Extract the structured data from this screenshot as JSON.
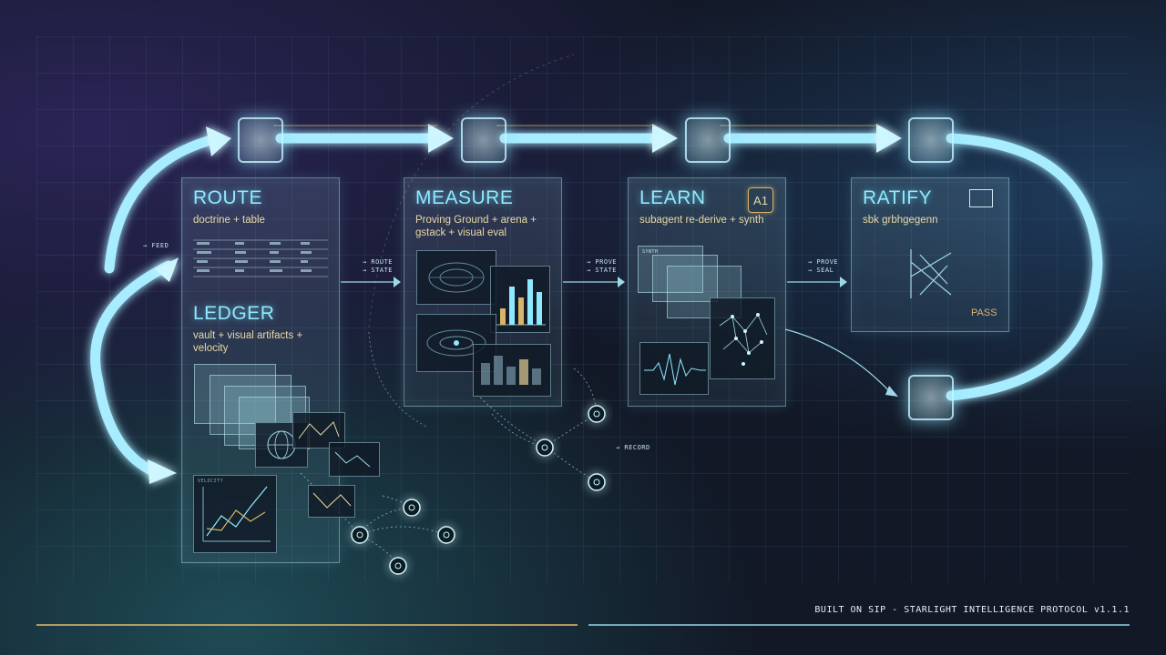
{
  "stages": [
    {
      "title": "ROUTE",
      "subtitle": "doctrine + table"
    },
    {
      "title": "MEASURE",
      "subtitle": "Proving Ground + arena + gstack + visual eval"
    },
    {
      "title": "LEARN",
      "subtitle": "subagent re-derive + synth"
    },
    {
      "title": "RATIFY",
      "subtitle": "sbk grbhgegenn"
    }
  ],
  "ledger": {
    "title": "LEDGER",
    "subtitle": "vault + visual artifacts + velocity"
  },
  "flow_labels": {
    "feed": "→ FEED",
    "route_out": "→ ROUTE\n→ STATE",
    "measure_out": "→ PROVE\n→ STATE",
    "learn_out": "→ PROVE\n→ SEAL",
    "record": "→ RECORD"
  },
  "badges": {
    "learn": "A1",
    "ratify_result": "PASS"
  },
  "chart_labels": {
    "ledger_chart": "VELOCITY",
    "learn_doc": "SYNTH"
  },
  "footer": "BUILT ON SIP - STARLIGHT INTELLIGENCE PROTOCOL v1.1.1",
  "colors": {
    "accent": "#8ee9ff",
    "subtitle": "#e8d9a6",
    "glow": "#a8ecff",
    "amber": "#d9b46a"
  }
}
